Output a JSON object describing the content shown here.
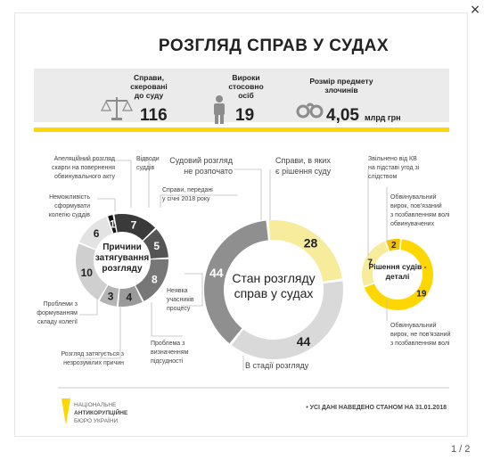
{
  "viewer": {
    "close_label": "×",
    "page_counter": "1 / 2"
  },
  "infographic": {
    "title": "РОЗГЛЯД СПРАВ У СУДАХ",
    "stats": [
      {
        "label_lines": [
          "Справи,",
          "скеровані",
          "до суду"
        ],
        "value": "116",
        "unit": "",
        "icon": "scales-icon"
      },
      {
        "label_lines": [
          "Вироки",
          "стосовно",
          "осіб"
        ],
        "value": "19",
        "unit": "",
        "icon": "person-icon"
      },
      {
        "label_lines": [
          "Розмір предмету",
          "злочинів"
        ],
        "value": "4,05",
        "unit": "млрд грн",
        "icon": "handcuffs-icon"
      }
    ],
    "left_donut": {
      "center_lines": [
        "Причини",
        "затягування",
        "розгляду"
      ],
      "segments": [
        {
          "value": 1,
          "label": "1",
          "color": "#111111"
        },
        {
          "value": 7,
          "label": "7",
          "color": "#3a3a3a"
        },
        {
          "value": 5,
          "label": "5",
          "color": "#555555"
        },
        {
          "value": 8,
          "label": "8",
          "color": "#777777"
        },
        {
          "value": 4,
          "label": "4",
          "color": "#9a9a9a"
        },
        {
          "value": 3,
          "label": "3",
          "color": "#b4b4b4"
        },
        {
          "value": 10,
          "label": "10",
          "color": "#cfcfcf"
        },
        {
          "value": 6,
          "label": "6",
          "color": "#e3e3e3"
        }
      ],
      "annotations": {
        "appeal": [
          "Апеляційний розгляд",
          "скарги на повернення",
          "обвинувального акту"
        ],
        "recusal": [
          "Відводи",
          "суддів"
        ],
        "no_panel": [
          "Неможливість",
          "сформувати",
          "колегію суддів"
        ],
        "transferred": [
          "Справи, передані",
          "у січні 2018 року"
        ],
        "absence": [
          "Неявка",
          "учасників",
          "процесу"
        ],
        "panel_problems": [
          "Проблеми з",
          "формуванням",
          "складу колегії"
        ],
        "jurisdiction": [
          "Проблема з",
          "визначенням",
          "підсудності"
        ],
        "unknown": [
          "Розгляд затягується з",
          "незрозумілих причин"
        ]
      }
    },
    "center_donut": {
      "center_lines": [
        "Стан розгляду",
        "справ у судах"
      ],
      "segments": [
        {
          "value": 28,
          "label": "28",
          "color": "#f7ec9c"
        },
        {
          "value": 44,
          "label": "44",
          "color": "#d9d9d9"
        },
        {
          "value": 44,
          "label": "44",
          "color": "#8f8f8f"
        }
      ],
      "annotations": {
        "not_started": [
          "Судовий розгляд",
          "не розпочато"
        ],
        "decided": [
          "Справи, в яких",
          "є рішення суду"
        ],
        "in_review": [
          "В стадії розгляду"
        ]
      }
    },
    "right_donut": {
      "center_lines": [
        "Рішення судів -",
        "деталі"
      ],
      "segments": [
        {
          "value": 2,
          "label": "2",
          "color": "#f5c400"
        },
        {
          "value": 19,
          "label": "19",
          "color": "#ffd700"
        },
        {
          "value": 7,
          "label": "7",
          "color": "#f7ec9c"
        }
      ],
      "annotations": {
        "released": [
          "Звільнено від КВ",
          "на підставі угод зі",
          "слідством"
        ],
        "suspended": [
          "Обвинувальний",
          "вирок, пов'язаний",
          "з позбавленням волі",
          "обвинувачених"
        ],
        "not_suspended": [
          "Обвинувальний",
          "вирок, не пов'язаний",
          "з позбавленням волі"
        ]
      }
    },
    "footer": {
      "logo_lines": [
        "НАЦІОНАЛЬНЕ",
        "АНТИКОРУПЦІЙНЕ",
        "БЮРО УКРАЇНИ"
      ],
      "note": "• УСІ ДАНІ НАВЕДЕНО СТАНОМ НА 31.01.2018"
    },
    "colors": {
      "yellow": "#ffd700",
      "pale_yellow": "#f7ec9c",
      "band_gray": "#ebebeb",
      "dark": "#222222",
      "line_gray": "#bdbdbd"
    }
  }
}
